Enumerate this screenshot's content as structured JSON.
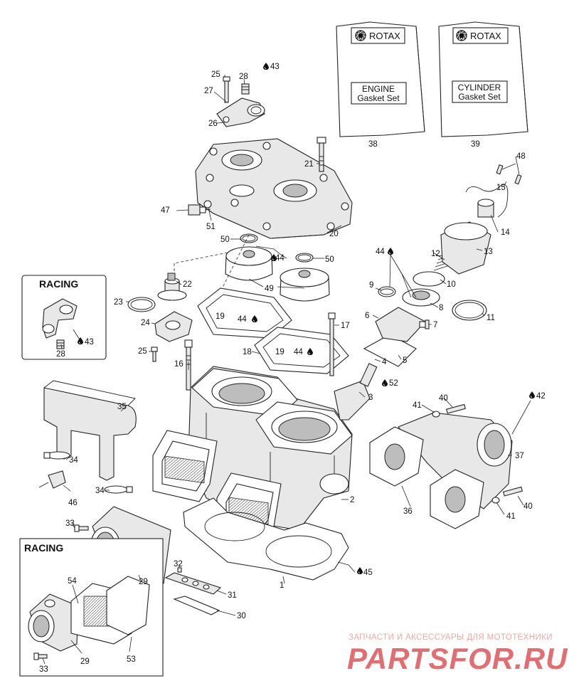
{
  "callouts": {
    "c1": "1",
    "c2": "2",
    "c3": "3",
    "c4": "4",
    "c5": "5",
    "c6": "6",
    "c7": "7",
    "c8": "8",
    "c9": "9",
    "c10": "10",
    "c11": "11",
    "c12": "12",
    "c13": "13",
    "c14": "14",
    "c15": "15",
    "c16": "16",
    "c17": "17",
    "c18": "18",
    "c19a": "19",
    "c19b": "19",
    "c20": "20",
    "c21": "21",
    "c22": "22",
    "c23": "23",
    "c24": "24",
    "c25a": "25",
    "c25b": "25",
    "c26": "26",
    "c27": "27",
    "c28a": "28",
    "c28b": "28",
    "c29a": "29",
    "c29b": "29",
    "c30": "30",
    "c31": "31",
    "c32": "32",
    "c33a": "33",
    "c33b": "33",
    "c34a": "34",
    "c34b": "34",
    "c35": "35",
    "c36": "36",
    "c37": "37",
    "c38": "38",
    "c39": "39",
    "c40a": "40",
    "c40b": "40",
    "c41a": "41",
    "c41b": "41",
    "c42": "42",
    "c43a": "43",
    "c43b": "43",
    "c44a": "44",
    "c44b": "44",
    "c44c": "44",
    "c44d": "44",
    "c45": "45",
    "c46": "46",
    "c47": "47",
    "c48": "48",
    "c49": "49",
    "c50a": "50",
    "c50b": "50",
    "c51": "51",
    "c52": "52",
    "c53": "53",
    "c54": "54"
  },
  "racing_boxes": {
    "top_label": "RACING",
    "bottom_label": "RACING"
  },
  "gasket_sets": {
    "engine": {
      "brand": "ROTAX",
      "line1": "ENGINE",
      "line2": "Gasket Set"
    },
    "cylinder": {
      "brand": "ROTAX",
      "line1": "CYLINDER",
      "line2": "Gasket Set"
    }
  },
  "icons": {
    "lubricant": "oil-drop-icon",
    "brand_logo": "rotax-logo-icon"
  },
  "watermark": {
    "caption": "ЗАПЧАСТИ И АКСЕССУАРЫ ДЛЯ МОТОТЕХНИКИ",
    "logo": "PARTSFOR.RU",
    "color": "#e36e72"
  }
}
